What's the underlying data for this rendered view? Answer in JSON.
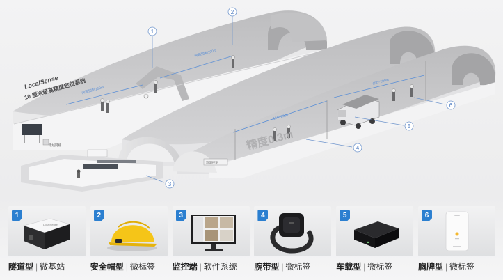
{
  "scene": {
    "brand": "LocalSense",
    "subtitle": "10 厘米级高精度定位系统",
    "markers": [
      "1",
      "2",
      "3",
      "4",
      "5",
      "6"
    ],
    "dimension_labels": [
      "间距控制100m",
      "间距控制100m",
      "150~200m",
      "150~200m"
    ],
    "floor_text": "精度0.3m",
    "sign_texts": [
      "无线网络",
      "监测控制"
    ],
    "colors": {
      "accent": "#2b7fd0",
      "tunnel": "#c9c9cb",
      "tunnel_top": "#b4b4b6",
      "floor": "#f7f7f8"
    }
  },
  "products": [
    {
      "num": "1",
      "title": "隧道型",
      "sep": "|",
      "subtitle": "微基站",
      "icon": "base-station-icon"
    },
    {
      "num": "2",
      "title": "安全帽型",
      "sep": "|",
      "subtitle": "微标签",
      "icon": "helmet-icon"
    },
    {
      "num": "3",
      "title": "监控端",
      "sep": "|",
      "subtitle": "软件系统",
      "icon": "monitor-icon"
    },
    {
      "num": "4",
      "title": "腕带型",
      "sep": "|",
      "subtitle": "微标签",
      "icon": "wristband-icon"
    },
    {
      "num": "5",
      "title": "车载型",
      "sep": "|",
      "subtitle": "微标签",
      "icon": "vehicle-tag-icon"
    },
    {
      "num": "6",
      "title": "胸牌型",
      "sep": "|",
      "subtitle": "微标签",
      "icon": "badge-tag-icon"
    }
  ]
}
